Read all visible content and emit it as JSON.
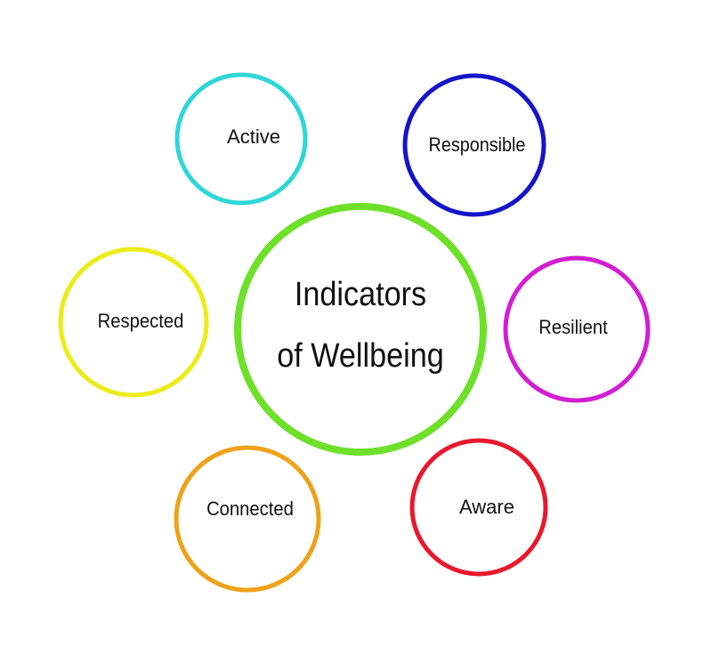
{
  "center": {
    "line1": "Indicators",
    "line2": "of Wellbeing",
    "color": "#6ee02a"
  },
  "nodes": [
    {
      "label": "Active",
      "color": "#2fd6d6"
    },
    {
      "label": "Responsible",
      "color": "#1414c8"
    },
    {
      "label": "Respected",
      "color": "#ecec1a"
    },
    {
      "label": "Resilient",
      "color": "#d21ed2"
    },
    {
      "label": "Connected",
      "color": "#eea21a"
    },
    {
      "label": "Aware",
      "color": "#e8182e"
    }
  ]
}
